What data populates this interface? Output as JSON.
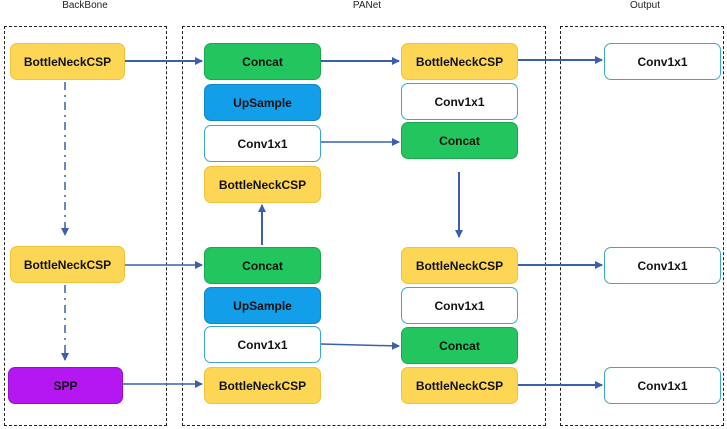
{
  "sections": {
    "backbone": "BackBone",
    "panet": "PANet",
    "output": "Output"
  },
  "nodes": {
    "bb_csp1": "BottleNeckCSP",
    "bb_csp2": "BottleNeckCSP",
    "bb_spp": "SPP",
    "pa_concat1": "Concat",
    "pa_upsample1": "UpSample",
    "pa_conv1": "Conv1x1",
    "pa_csp1": "BottleNeckCSP",
    "pa_concat2": "Concat",
    "pa_upsample2": "UpSample",
    "pa_conv2": "Conv1x1",
    "pa_csp2": "BottleNeckCSP",
    "pa_csp3": "BottleNeckCSP",
    "pa_conv3": "Conv1x1",
    "pa_concat3": "Concat",
    "pa_csp4": "BottleNeckCSP",
    "pa_conv4": "Conv1x1",
    "pa_concat4": "Concat",
    "pa_csp5": "BottleNeckCSP",
    "out_conv1": "Conv1x1",
    "out_conv2": "Conv1x1",
    "out_conv3": "Conv1x1"
  },
  "colors": {
    "yellow": "#fdd655",
    "green": "#22c55e",
    "blue": "#129ee8",
    "purple": "#b517f2",
    "white_border": "#3aa9c7",
    "arrow": "#3a5fad"
  }
}
